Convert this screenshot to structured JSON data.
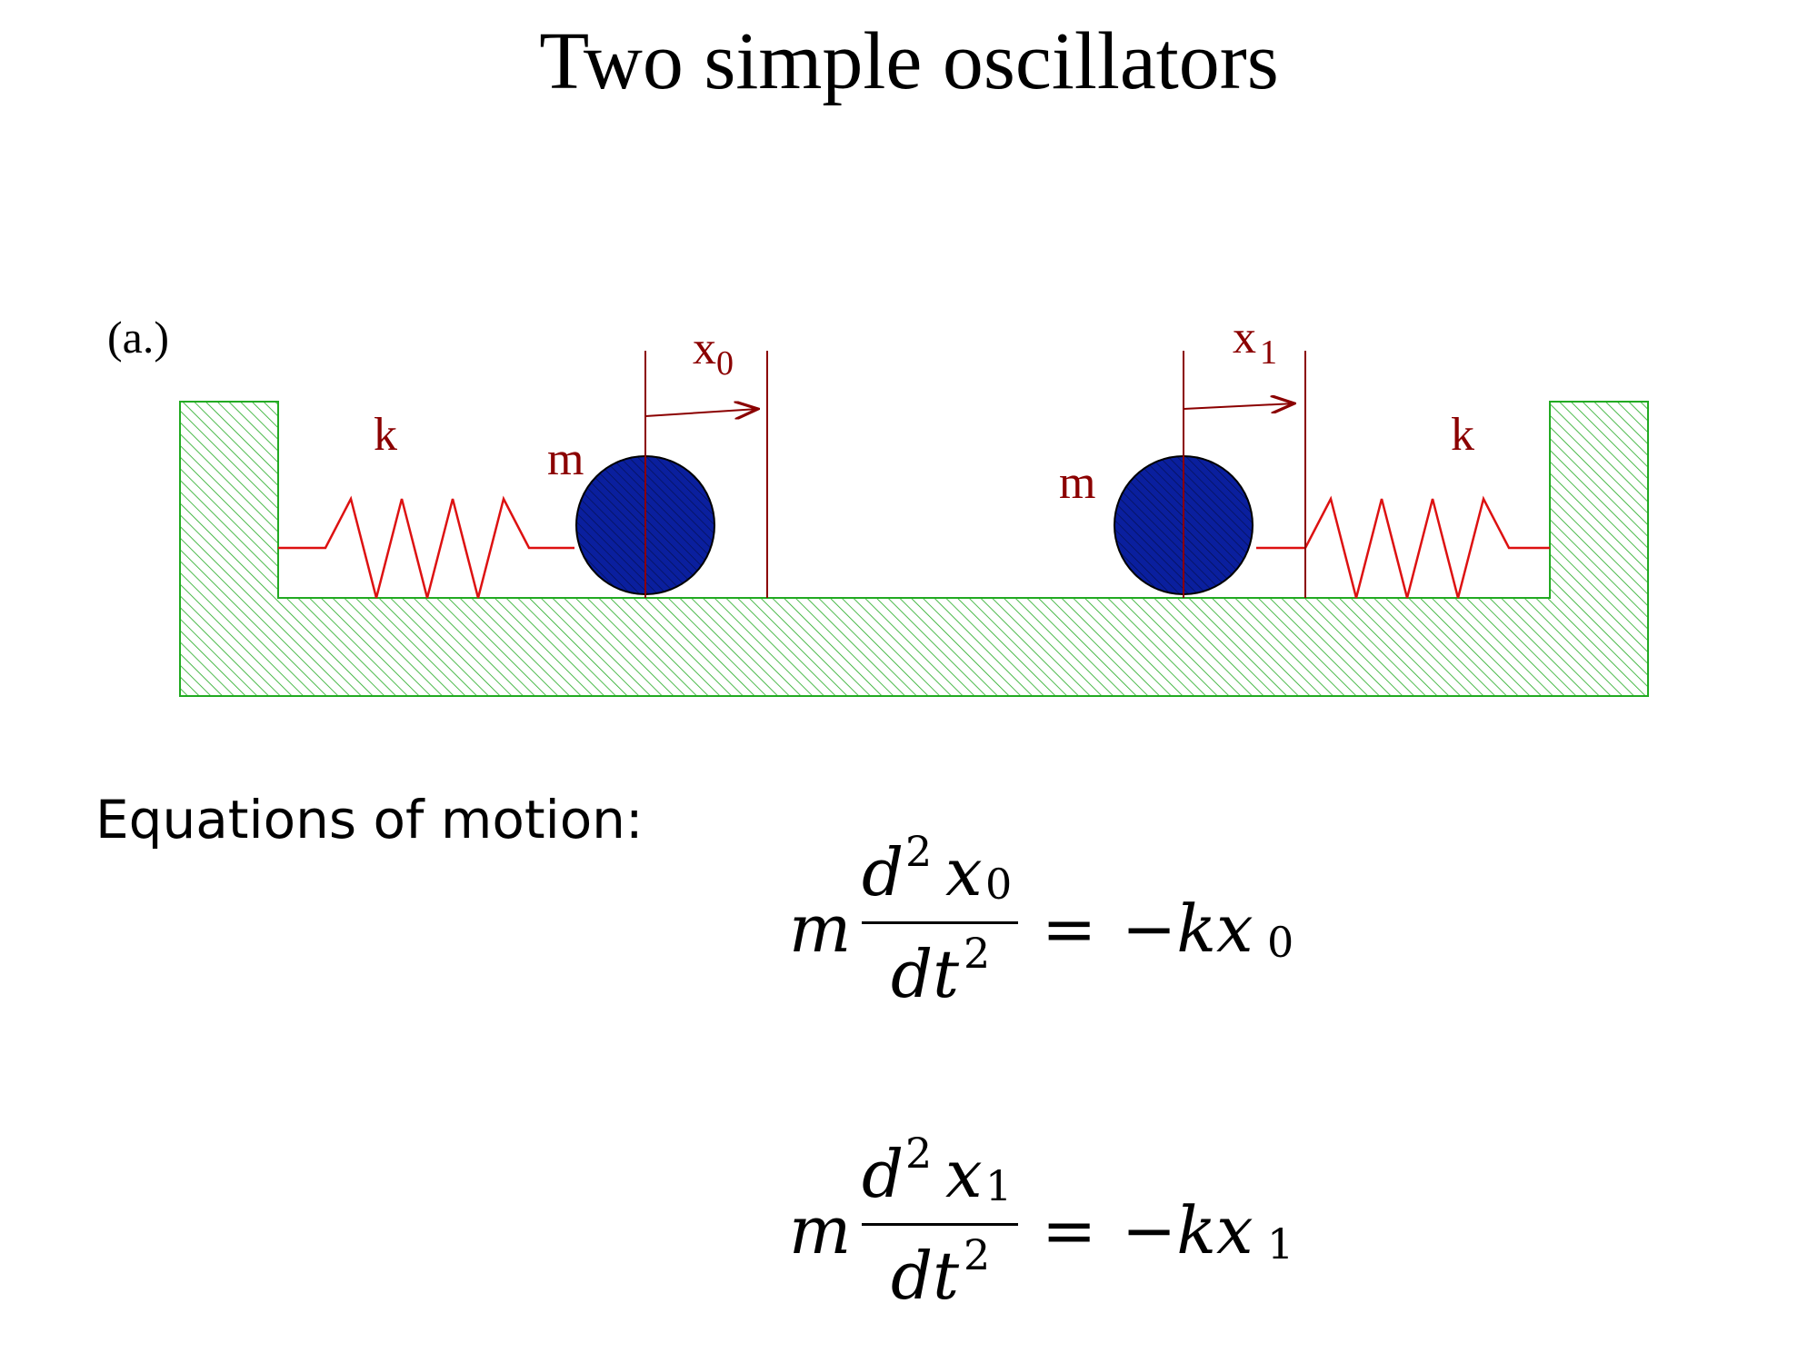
{
  "title": "Two simple oscillators",
  "diagram": {
    "panel_label": "(a.)",
    "spring_constant_label": "k",
    "mass_label": "m",
    "displacement_labels": {
      "left": "x",
      "left_sub": "0",
      "right": "x",
      "right_sub": "1"
    },
    "colors": {
      "wall": "#22aa22",
      "spring": "#dd1111",
      "mass": "#0a1f9e",
      "annotation": "#8b0000"
    }
  },
  "equations": {
    "heading": "Equations of motion:",
    "items": [
      {
        "mass": "m",
        "numerator_d": "d",
        "numerator_pow": "2",
        "numerator_var": "x",
        "numerator_sub": "0",
        "denominator": "dt",
        "denominator_pow": "2",
        "equals": "=",
        "rhs": "−kx",
        "rhs_sub": "0"
      },
      {
        "mass": "m",
        "numerator_d": "d",
        "numerator_pow": "2",
        "numerator_var": "x",
        "numerator_sub": "1",
        "denominator": "dt",
        "denominator_pow": "2",
        "equals": "=",
        "rhs": "−kx",
        "rhs_sub": "1"
      }
    ]
  }
}
